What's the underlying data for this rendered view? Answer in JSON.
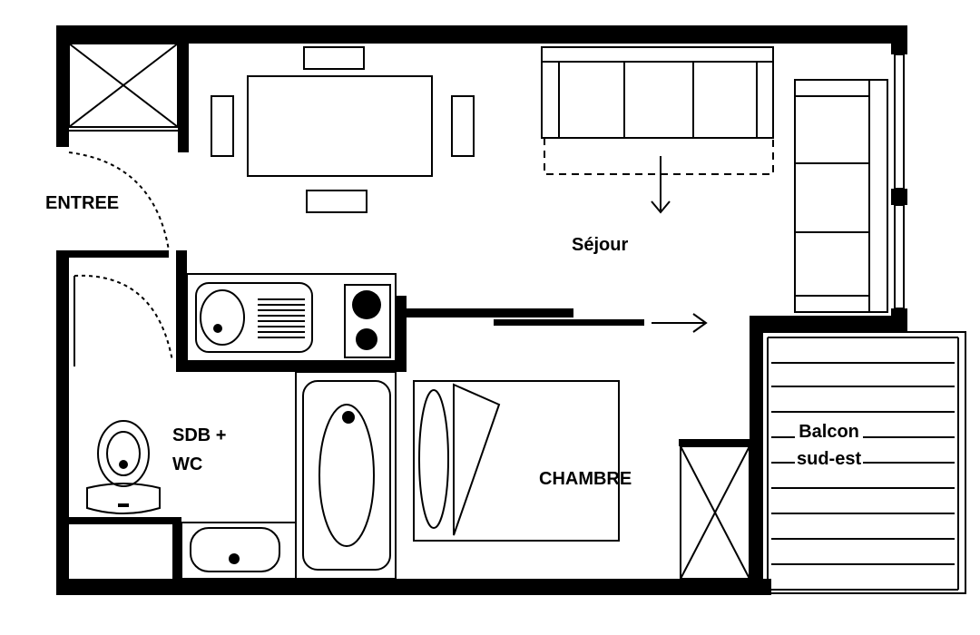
{
  "labels": {
    "entree": "ENTREE",
    "sejour": "Séjour",
    "sdb": "SDB +",
    "wc": "WC",
    "chambre": "CHAMBRE",
    "balcon": "Balcon",
    "sud_est": "sud-est"
  },
  "colors": {
    "wall": "#000000",
    "background": "#ffffff"
  }
}
